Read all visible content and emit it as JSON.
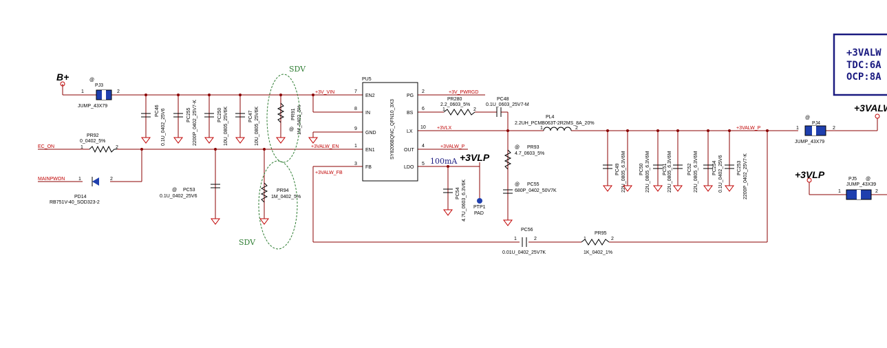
{
  "nets": {
    "b_plus": "B+",
    "v3_vin": "+3V_VIN",
    "v3_pwrgd": "+3V_PWRGD",
    "v3_vlx": "+3VLX",
    "v3valw_p": "+3VALW_P",
    "v3valw_en": "+3VALW_EN",
    "v3valw_fb": "+3VALW_FB",
    "ec_on": "EC_ON",
    "mainpwon": "MAINPWON",
    "v3vlp": "+3VLP",
    "v3vlp2": "+3VLP",
    "v3valw": "+3VALW"
  },
  "ic": {
    "ref": "PU5",
    "part": "SY8206BQNC_QFN10_3X3",
    "pins_left": [
      {
        "num": "7",
        "name": "EN2"
      },
      {
        "num": "8",
        "name": "IN"
      },
      {
        "num": "9",
        "name": "GND"
      },
      {
        "num": "1",
        "name": "EN1"
      },
      {
        "num": "3",
        "name": "FB"
      }
    ],
    "pins_right": [
      {
        "num": "2",
        "name": "PG"
      },
      {
        "num": "6",
        "name": "BS"
      },
      {
        "num": "10",
        "name": "LX"
      },
      {
        "num": "4",
        "name": "OUT"
      },
      {
        "num": "5",
        "name": "LDO"
      }
    ]
  },
  "components": {
    "pj3": {
      "ref": "PJ3",
      "value": "JUMP_43X79",
      "at": "@",
      "p1": "1",
      "p2": "2"
    },
    "pj4": {
      "ref": "PJ4",
      "value": "JUMP_43X79",
      "at": "@",
      "p1": "1",
      "p2": "2"
    },
    "pj5": {
      "ref": "PJ5",
      "value": "JUMP_43X39",
      "at": "@",
      "p1": "1",
      "p2": "2"
    },
    "pc46": {
      "ref": "PC46",
      "value": "0.1U_0402_25V6"
    },
    "pc255": {
      "ref": "PC255",
      "value": "2200P_0402_25V7-K"
    },
    "pc250": {
      "ref": "PC250",
      "value": "10U_0805_25V6K"
    },
    "pc47": {
      "ref": "PC47",
      "value": "10U_0805_25V6K"
    },
    "pr91": {
      "ref": "PR91",
      "value": "1M_0402_5%",
      "at": "@"
    },
    "pr92": {
      "ref": "PR92",
      "value": "0_0402_5%"
    },
    "pd14": {
      "ref": "PD14",
      "value": "RB751V-40_SOD323-2"
    },
    "pc53": {
      "ref": "PC53",
      "value": "0.1U_0402_25V6",
      "at": "@"
    },
    "pr94": {
      "ref": "PR94",
      "value": "1M_0402_5%"
    },
    "pr280": {
      "ref": "PR280",
      "value": "2.2_0603_5%"
    },
    "pc48": {
      "ref": "PC48",
      "value": "0.1U_0603_25V7-M"
    },
    "pl4": {
      "ref": "PL4",
      "value": "2.2UH_PCMB063T-2R2MS_8A_20%"
    },
    "pr93": {
      "ref": "PR93",
      "value": "4.7_0603_5%",
      "at": "@"
    },
    "pc55": {
      "ref": "PC55",
      "value": "680P_0402_50V7K",
      "at": "@"
    },
    "pc54": {
      "ref": "PC54",
      "value": "4.7U_0603_6.3V6K"
    },
    "ptp1": {
      "ref": "PTP1",
      "value": "PAD"
    },
    "pc49": {
      "ref": "PC49",
      "value": "22U_0805_6.3V6M"
    },
    "pc50": {
      "ref": "PC50",
      "value": "22U_0805_6.3V6M"
    },
    "pc51": {
      "ref": "PC51",
      "value": "22U_0805_6.3V6M"
    },
    "pc52": {
      "ref": "PC52",
      "value": "22U_0805_6.3V6M"
    },
    "pc254": {
      "ref": "PC254",
      "value": "0.1U_0402_25V6"
    },
    "pc253": {
      "ref": "PC253",
      "value": "2200P_0402_25V7-K"
    },
    "pc56": {
      "ref": "PC56",
      "value": "0.01U_0402_25V7K"
    },
    "pr95": {
      "ref": "PR95",
      "value": "1K_0402_1%"
    }
  },
  "annotations": {
    "sdv_top": "SDV",
    "sdv_bottom": "SDV",
    "ldo_current": "100mA"
  },
  "note_box": {
    "line1": "+3VALW",
    "line2": "TDC:6A",
    "line3": "OCP:8A"
  },
  "colors": {
    "wire": "#8b0000",
    "net_label": "#c00000",
    "note": "#1a1a80",
    "sdv": "#2e7d32",
    "component": "#000000"
  }
}
